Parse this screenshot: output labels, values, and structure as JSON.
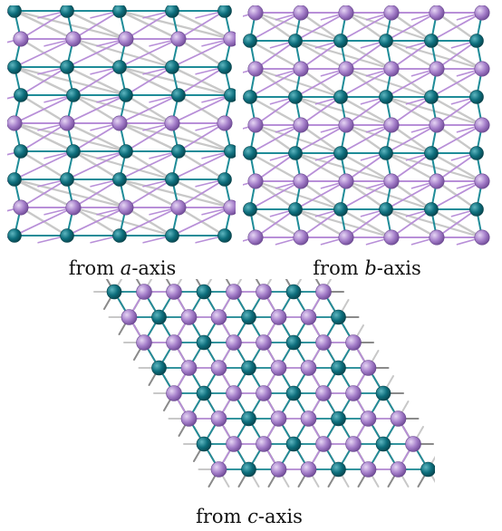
{
  "captions": {
    "a": {
      "prefix": "from ",
      "axis": "a",
      "suffix": "-axis"
    },
    "b": {
      "prefix": "from ",
      "axis": "b",
      "suffix": "-axis"
    },
    "c": {
      "prefix": "from ",
      "axis": "c",
      "suffix": "-axis"
    }
  },
  "legend_colors": {
    "purple_atom": "#a57fca",
    "teal_atom": "#0e6f7d",
    "purple_bond": "#b88fd8",
    "teal_bond": "#1f8c98",
    "grey_bond": "#c8c8c8"
  },
  "views": [
    "a-axis",
    "b-axis",
    "c-axis"
  ]
}
